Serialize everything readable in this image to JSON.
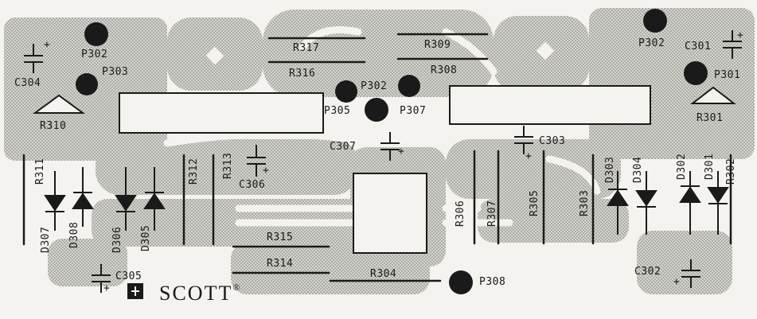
{
  "colors": {
    "paper": "#f4f3ef",
    "copper": "#c9c8c3",
    "ink": "#1a1a1a"
  },
  "brand": {
    "name": "SCOTT",
    "mark": "®"
  },
  "pads": [
    "P302",
    "P303",
    "P302",
    "P305",
    "P307",
    "P301",
    "P308"
  ],
  "resistors": [
    "R317",
    "R316",
    "R309",
    "R308",
    "R310",
    "R311",
    "R312",
    "R313",
    "R315",
    "R314",
    "R304",
    "R306",
    "R307",
    "R305",
    "R303",
    "R301",
    "R302"
  ],
  "diodes": [
    "D307",
    "D308",
    "D306",
    "D305",
    "D303",
    "D304",
    "D302",
    "D301"
  ],
  "capacitors": [
    "C304",
    "C301",
    "C307",
    "C303",
    "C306",
    "C305",
    "C302"
  ]
}
